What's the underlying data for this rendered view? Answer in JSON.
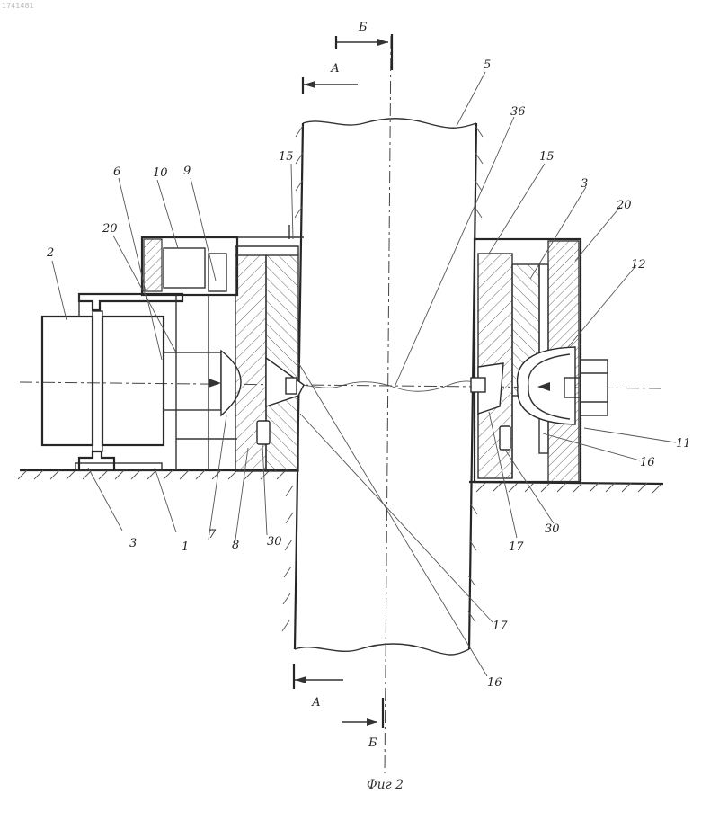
{
  "sheet_number": "1741481",
  "caption": "Фиг 2",
  "section_marks": {
    "top_b": "Б",
    "top_a": "А",
    "bottom_a": "А",
    "bottom_b": "Б"
  },
  "labels": {
    "l2": "2",
    "l20_left": "20",
    "l6": "6",
    "l10": "10",
    "l9": "9",
    "l15_left": "15",
    "l5": "5",
    "l36": "36",
    "l15_right": "15",
    "l3_right": "3",
    "l20_right": "20",
    "l12": "12",
    "l11": "11",
    "l16_right": "16",
    "l30_right": "30",
    "l17_right": "17",
    "l3_left": "3",
    "l1": "1",
    "l7": "7",
    "l8": "8",
    "l30_left": "30",
    "l17_bottom": "17",
    "l16_bottom": "16"
  }
}
